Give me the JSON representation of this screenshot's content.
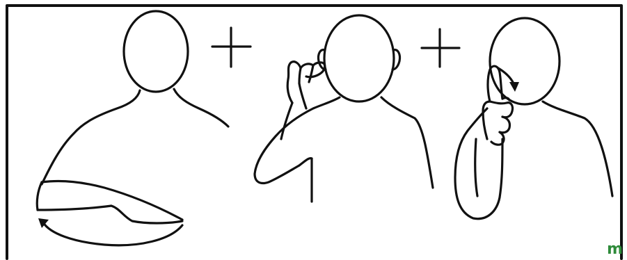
{
  "diagram": {
    "panels": [
      {
        "id": "figure-1",
        "description_key": "arm-sweep"
      },
      {
        "id": "figure-2",
        "description_key": "hand-at-ear"
      },
      {
        "id": "figure-3",
        "description_key": "finger-at-cheek"
      }
    ],
    "separator_symbol": "+",
    "colors": {
      "ink": "#111111",
      "background": "#ffffff",
      "logo": "#2e8b3a"
    },
    "logo_mark": "m"
  }
}
